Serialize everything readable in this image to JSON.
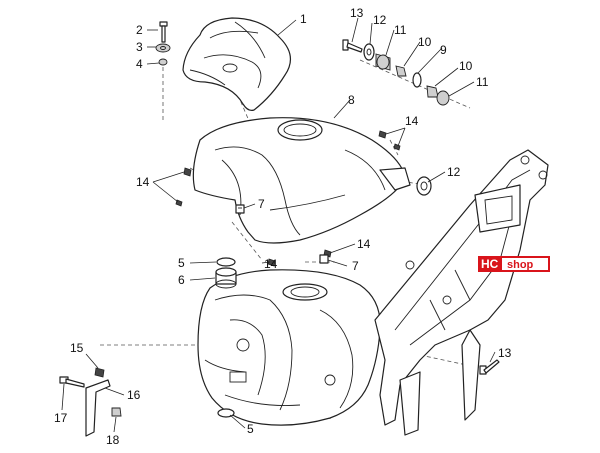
{
  "callouts": [
    {
      "id": "c1",
      "label": "1"
    },
    {
      "id": "c2",
      "label": "2"
    },
    {
      "id": "c3",
      "label": "3"
    },
    {
      "id": "c4",
      "label": "4"
    },
    {
      "id": "c5a",
      "label": "5"
    },
    {
      "id": "c5b",
      "label": "5"
    },
    {
      "id": "c6",
      "label": "6"
    },
    {
      "id": "c7a",
      "label": "7"
    },
    {
      "id": "c7b",
      "label": "7"
    },
    {
      "id": "c8",
      "label": "8"
    },
    {
      "id": "c9",
      "label": "9"
    },
    {
      "id": "c10a",
      "label": "10"
    },
    {
      "id": "c10b",
      "label": "10"
    },
    {
      "id": "c11a",
      "label": "11"
    },
    {
      "id": "c11b",
      "label": "11"
    },
    {
      "id": "c12a",
      "label": "12"
    },
    {
      "id": "c12b",
      "label": "12"
    },
    {
      "id": "c13a",
      "label": "13"
    },
    {
      "id": "c13b",
      "label": "13"
    },
    {
      "id": "c14a",
      "label": "14"
    },
    {
      "id": "c14b",
      "label": "14"
    },
    {
      "id": "c14c",
      "label": "14"
    },
    {
      "id": "c14d",
      "label": "14"
    },
    {
      "id": "c15",
      "label": "15"
    },
    {
      "id": "c16",
      "label": "16"
    },
    {
      "id": "c17",
      "label": "17"
    },
    {
      "id": "c18",
      "label": "18"
    }
  ],
  "watermark": {
    "left": "HC",
    "right": "shop",
    "color": "#d9141b"
  }
}
